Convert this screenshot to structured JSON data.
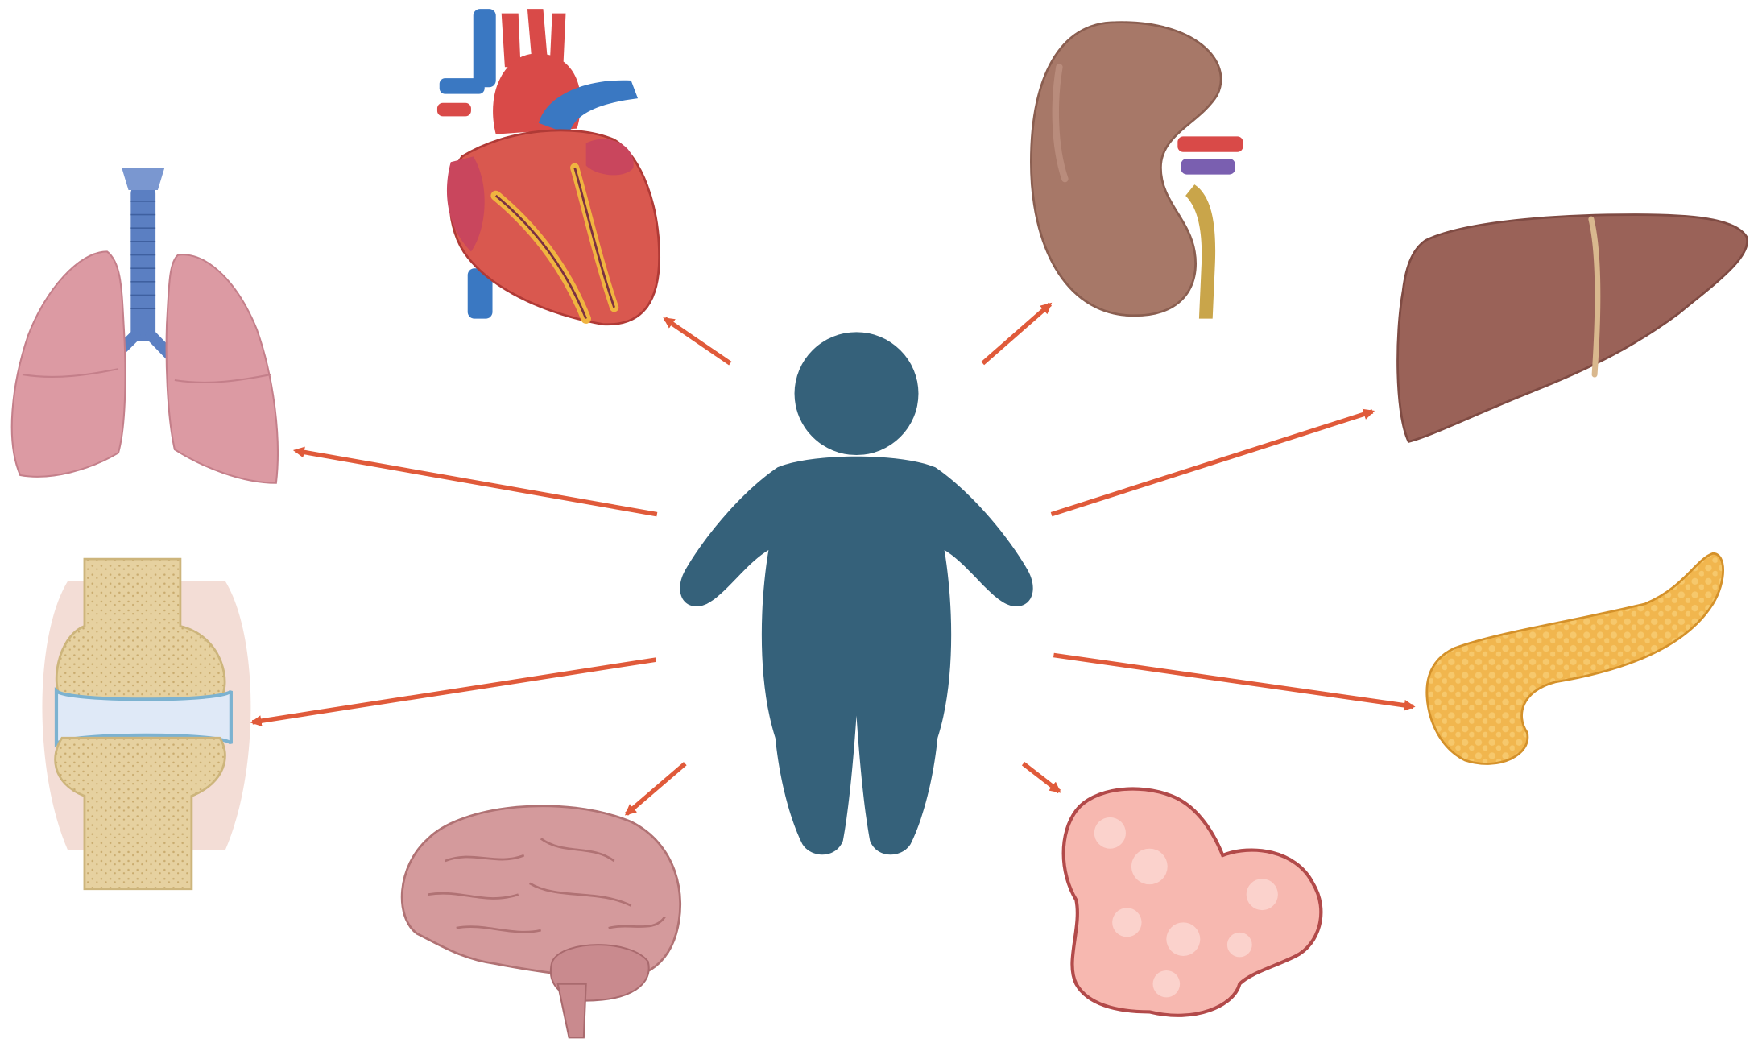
{
  "diagram": {
    "center_figure": "person-silhouette-icon",
    "organs": [
      {
        "id": "lungs",
        "icon": "lungs-icon"
      },
      {
        "id": "heart",
        "icon": "heart-icon"
      },
      {
        "id": "kidney",
        "icon": "kidney-icon"
      },
      {
        "id": "liver",
        "icon": "liver-icon"
      },
      {
        "id": "joint",
        "icon": "knee-joint-icon"
      },
      {
        "id": "brain",
        "icon": "brain-icon"
      },
      {
        "id": "adipose",
        "icon": "adipose-tissue-icon"
      },
      {
        "id": "pancreas",
        "icon": "pancreas-icon"
      }
    ],
    "colors": {
      "figure": "#35617a",
      "arrow": "#e05a3a",
      "lungs": "#dc9aa3",
      "trachea": "#5b7fc2",
      "heart": "#d9584f",
      "kidney": "#a77868",
      "liver": "#9a6258",
      "joint_bone": "#e8d7a8",
      "brain": "#d49a9c",
      "adipose": "#f7b8b0",
      "pancreas": "#f1b64e"
    }
  }
}
